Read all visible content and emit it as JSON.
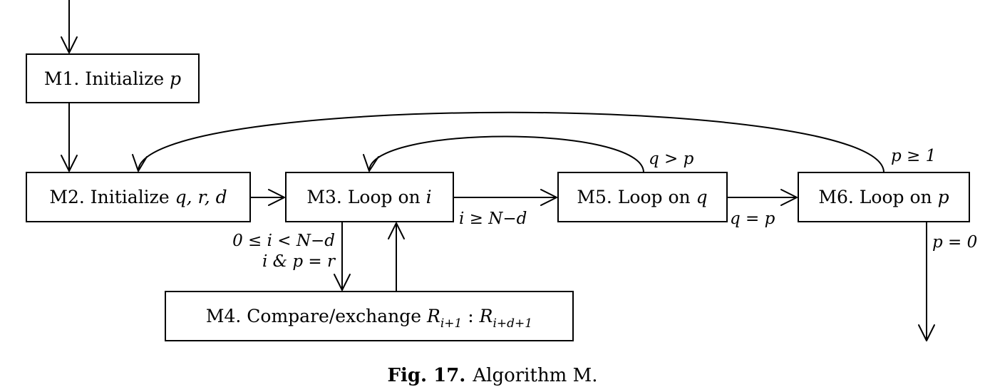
{
  "nodes": {
    "m1": {
      "label": "M1. Initialize ",
      "var": "p"
    },
    "m2": {
      "label": "M2. Initialize ",
      "vars": "q, r, d"
    },
    "m3": {
      "label": "M3. Loop on ",
      "var": "i"
    },
    "m4": {
      "label": "M4. Compare/exchange ",
      "r1": "R",
      "r1_sub": "i+1",
      "sep": " : ",
      "r2": "R",
      "r2_sub": "i+d+1"
    },
    "m5": {
      "label": "M5. Loop on ",
      "var": "q"
    },
    "m6": {
      "label": "M6. Loop on ",
      "var": "p"
    }
  },
  "edge_labels": {
    "m3_m4_line1": "0 ≤ i < N−d",
    "m3_m4_line2": "i & p = r",
    "m3_m5": "i ≥ N−d",
    "m5_m3": "q > p",
    "m5_m6": "q = p",
    "m6_m2": "p ≥ 1",
    "m6_exit": "p = 0"
  },
  "caption": {
    "prefix": "Fig. 17.",
    "text": "Algorithm ",
    "link": "M",
    "suffix": ".",
    "link_color": "#1a1ad6"
  }
}
